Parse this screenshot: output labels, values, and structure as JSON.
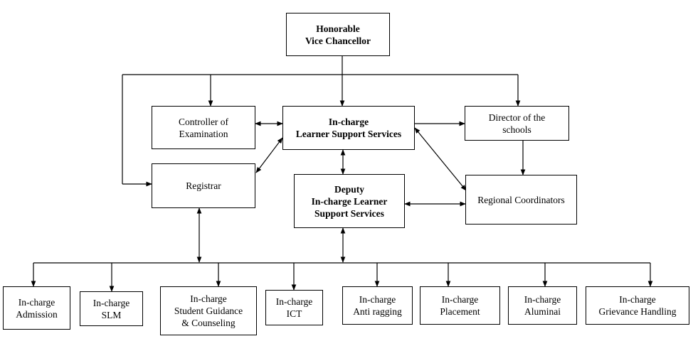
{
  "chart": {
    "vc": "Honorable\nVice Chancellor",
    "coe": "Controller of\nExamination",
    "incharge_lss": "In-charge\nLearner Support Services",
    "director": "Director of the\nschools",
    "registrar": "Registrar",
    "deputy": "Deputy\nIn-charge Learner\nSupport Services",
    "regional": "Regional Coordinators",
    "units": [
      "In-charge\nAdmission",
      "In-charge\nSLM",
      "In-charge\nStudent Guidance\n& Counseling",
      "In-charge\nICT",
      "In-charge\nAnti ragging",
      "In-charge\nPlacement",
      "In-charge\nAluminai",
      "In-charge\nGrievance Handling"
    ]
  }
}
